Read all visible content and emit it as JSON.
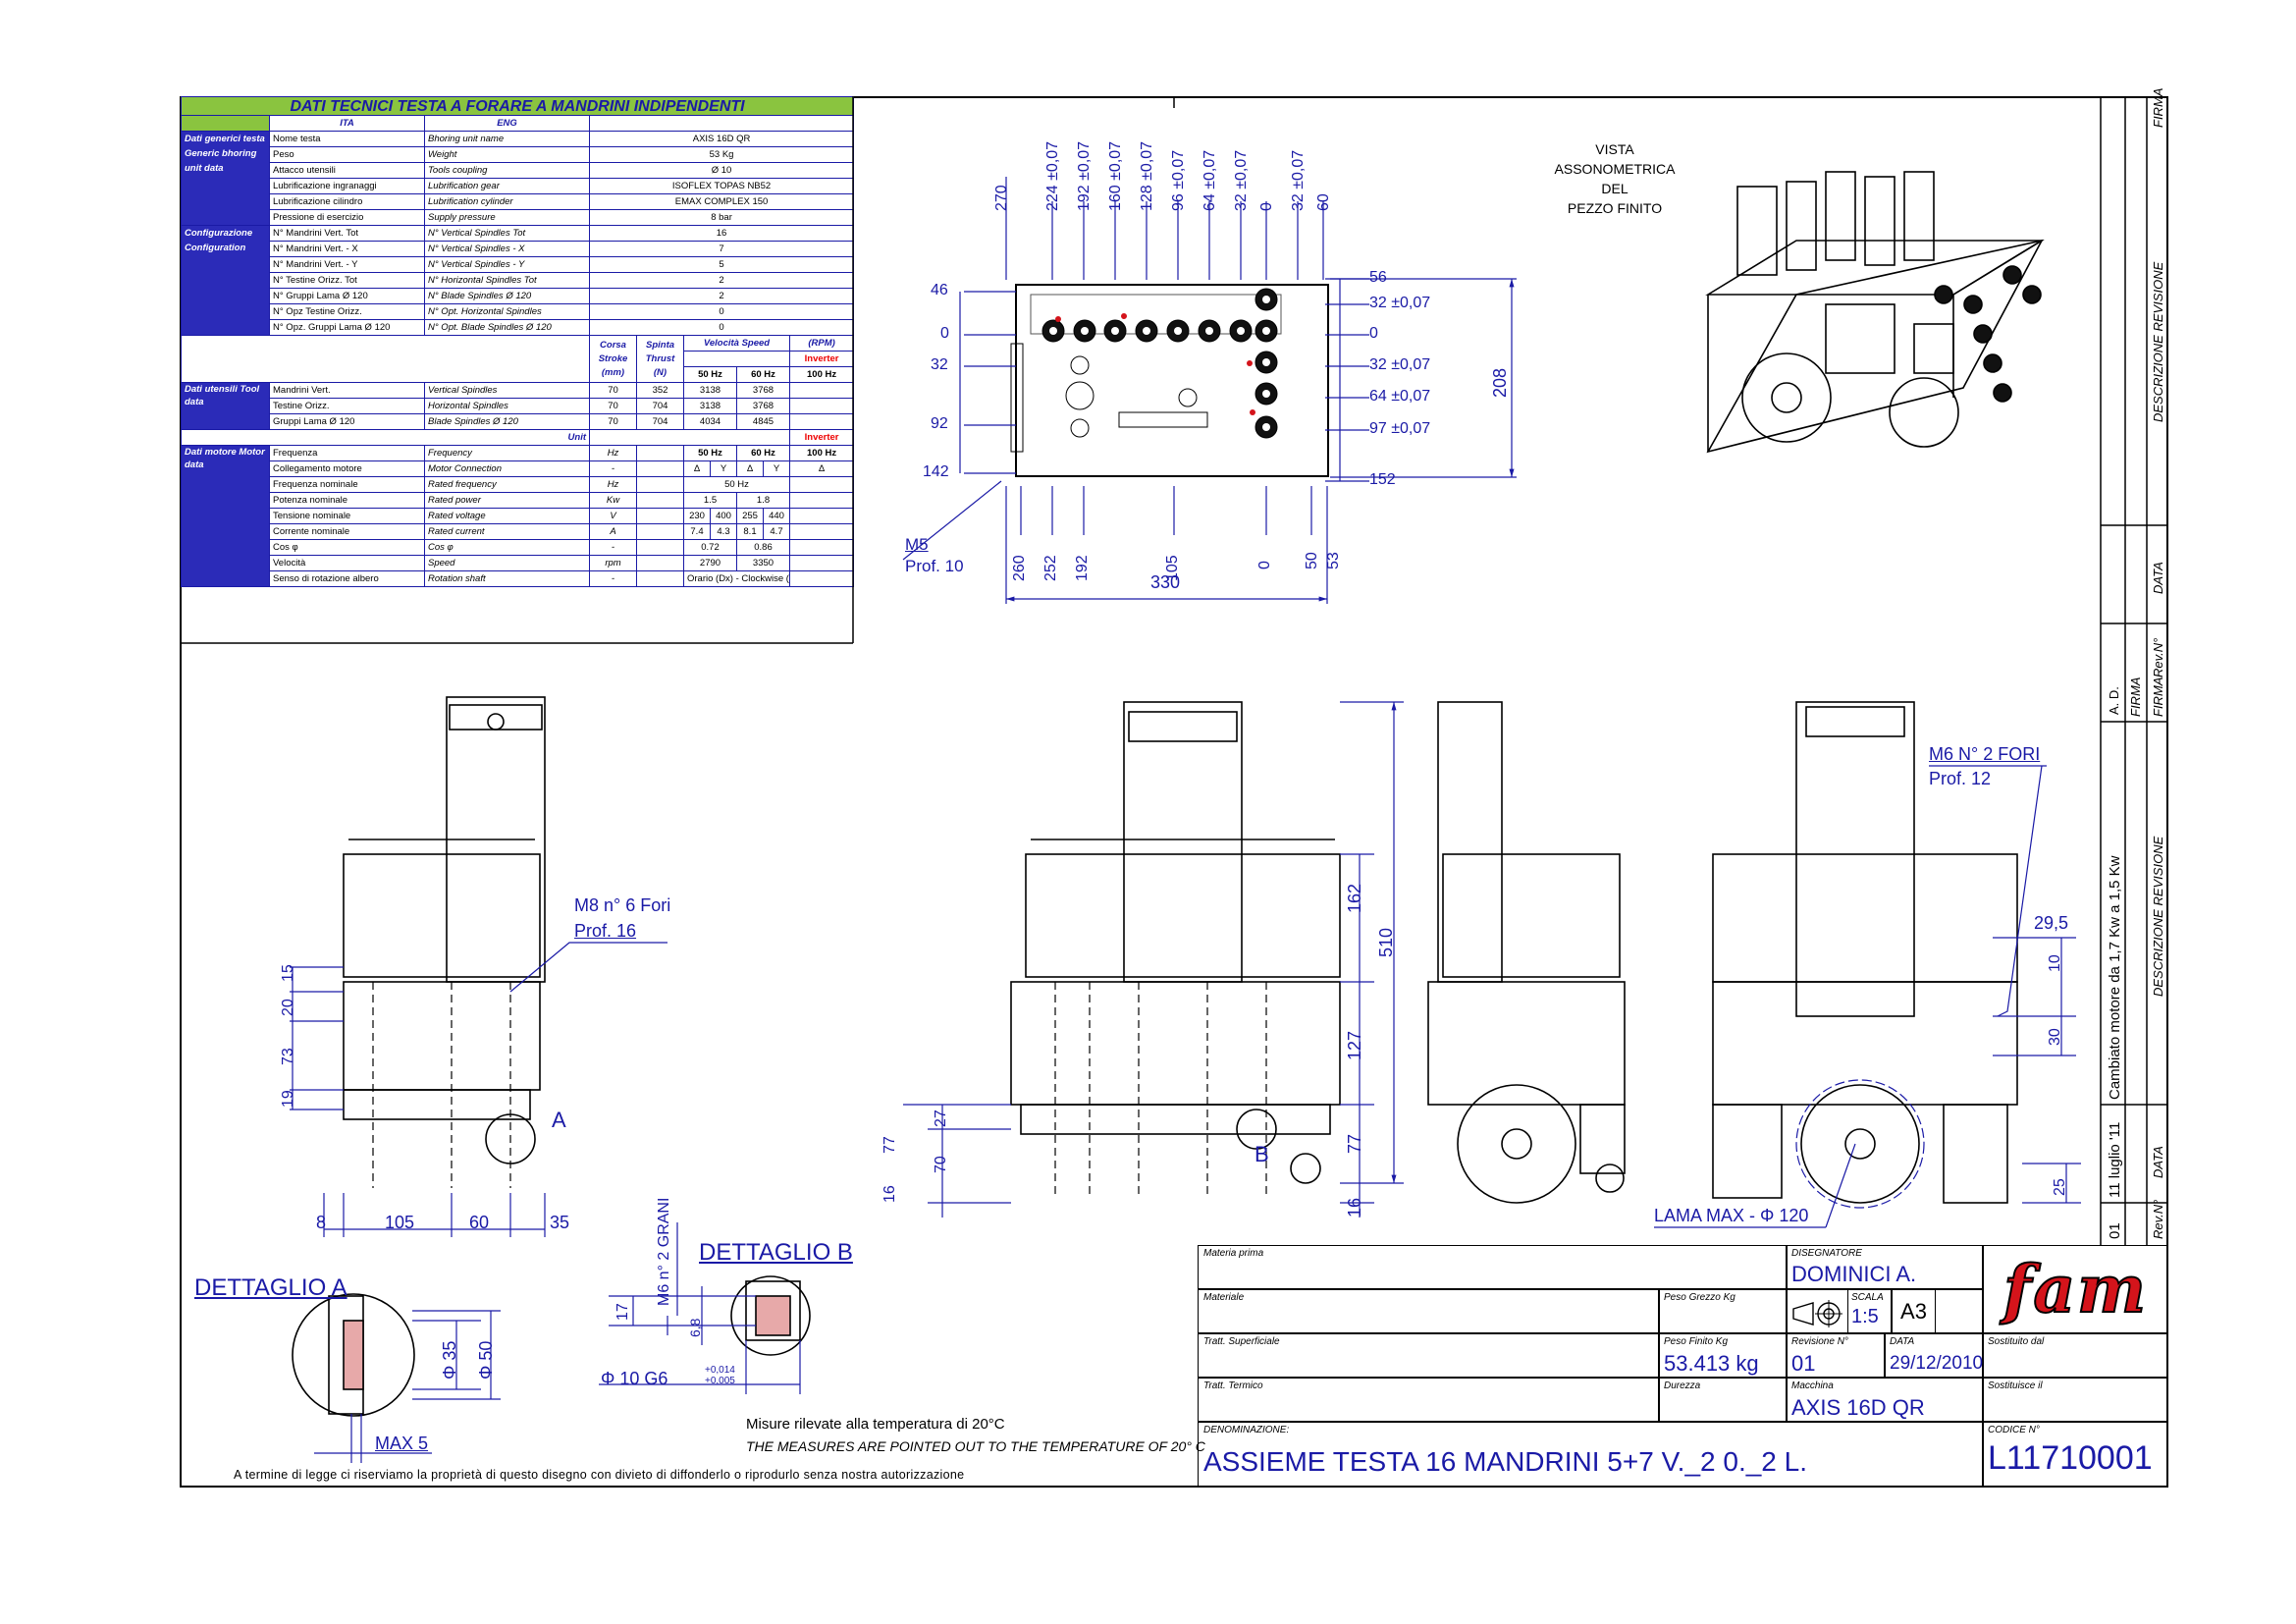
{
  "spec_table": {
    "title": "DATI TECNICI TESTA A FORARE A MANDRINI INDIPENDENTI",
    "col_ita": "ITA",
    "col_eng": "ENG",
    "groups": {
      "generic": "Dati generici testa Generic bhoring unit data",
      "config": "Configurazione Configuration",
      "tool": "Dati utensili Tool data",
      "motor": "Dati motore Motor data"
    },
    "generic_rows": [
      {
        "ita": "Nome testa",
        "eng": "Bhoring unit name",
        "val": "AXIS 16D QR"
      },
      {
        "ita": "Peso",
        "eng": "Weight",
        "val": "53 Kg"
      },
      {
        "ita": "Attacco utensili",
        "eng": "Tools coupling",
        "val": "Ø 10"
      },
      {
        "ita": "Lubrificazione ingranaggi",
        "eng": "Lubrification gear",
        "val": "ISOFLEX TOPAS NB52"
      },
      {
        "ita": "Lubrificazione cilindro",
        "eng": "Lubrification cylinder",
        "val": "EMAX COMPLEX 150"
      },
      {
        "ita": "Pressione di esercizio",
        "eng": "Supply pressure",
        "val": "8 bar"
      }
    ],
    "config_rows": [
      {
        "ita": "N° Mandrini Vert. Tot",
        "eng": "N° Vertical Spindles Tot",
        "val": "16"
      },
      {
        "ita": "N° Mandrini Vert. - X",
        "eng": "N° Vertical Spindles - X",
        "val": "7"
      },
      {
        "ita": "N° Mandrini Vert. - Y",
        "eng": "N° Vertical Spindles - Y",
        "val": "5"
      },
      {
        "ita": "N° Testine Orizz. Tot",
        "eng": "N° Horizontal Spindles Tot",
        "val": "2"
      },
      {
        "ita": "N° Gruppi Lama Ø 120",
        "eng": "N° Blade Spindles Ø 120",
        "val": "2"
      },
      {
        "ita": "N° Opz Testine Orizz.",
        "eng": "N° Opt. Horizontal Spindles",
        "val": "0"
      },
      {
        "ita": "N° Opz. Gruppi Lama Ø 120",
        "eng": "N° Opt. Blade Spindles Ø 120",
        "val": "0"
      }
    ],
    "tool_header": {
      "stroke": "Corsa Stroke (mm)",
      "thrust": "Spinta Thrust (N)",
      "speed": "Velocità Speed",
      "rpm": "(RPM)",
      "hz50": "50 Hz",
      "hz60": "60 Hz",
      "inverter": "Inverter",
      "hz100": "100 Hz"
    },
    "tool_rows": [
      {
        "ita": "Mandrini Vert.",
        "eng": "Vertical Spindles",
        "stroke": "70",
        "thrust": "352",
        "s50": "3138",
        "s60": "3768"
      },
      {
        "ita": "Testine Orizz.",
        "eng": "Horizontal Spindles",
        "stroke": "70",
        "thrust": "704",
        "s50": "3138",
        "s60": "3768"
      },
      {
        "ita": "Gruppi Lama Ø 120",
        "eng": "Blade Spindles Ø 120",
        "stroke": "70",
        "thrust": "704",
        "s50": "4034",
        "s60": "4845"
      }
    ],
    "motor_header": {
      "unit": "Unit",
      "inverter": "Inverter",
      "hz100": "100 Hz",
      "hz50": "50 Hz",
      "hz60": "60 Hz"
    },
    "motor_rows": [
      {
        "ita": "Frequenza",
        "eng": "Frequency",
        "unit": "Hz",
        "v": [
          "50 Hz",
          "60 Hz"
        ]
      },
      {
        "ita": "Collegamento motore",
        "eng": "Motor Connection",
        "unit": "-",
        "v": [
          "Δ",
          "Y",
          "Δ",
          "Y",
          "Δ"
        ]
      },
      {
        "ita": "Frequenza nominale",
        "eng": "Rated frequency",
        "unit": "Hz",
        "v": [
          "50 Hz"
        ]
      },
      {
        "ita": "Potenza nominale",
        "eng": "Rated power",
        "unit": "Kw",
        "v": [
          "1.5",
          "1.8"
        ]
      },
      {
        "ita": "Tensione nominale",
        "eng": "Rated voltage",
        "unit": "V",
        "v": [
          "230",
          "400",
          "255",
          "440"
        ]
      },
      {
        "ita": "Corrente nominale",
        "eng": "Rated current",
        "unit": "A",
        "v": [
          "7.4",
          "4.3",
          "8.1",
          "4.7"
        ]
      },
      {
        "ita": "Cos φ",
        "eng": "Cos φ",
        "unit": "-",
        "v": [
          "0.72",
          "0.86"
        ]
      },
      {
        "ita": "Velocità",
        "eng": "Speed",
        "unit": "rpm",
        "v": [
          "2790",
          "3350"
        ]
      },
      {
        "ita": "Senso di rotazione albero",
        "eng": "Rotation shaft",
        "unit": "-",
        "v": [
          "Orario (Dx) - Clockwise (Rh)"
        ]
      }
    ]
  },
  "iso_view": {
    "l1": "VISTA ASSONOMETRICA",
    "l2": "DEL",
    "l3": "PEZZO FINITO"
  },
  "top_view": {
    "vdims": [
      "270",
      "224 ±0,07",
      "192 ±0,07",
      "160 ±0,07",
      "128 ±0,07",
      "96 ±0,07",
      "64 ±0,07",
      "32 ±0,07",
      "0",
      "32 ±0,07",
      "60"
    ],
    "left": [
      "46",
      "0",
      "32",
      "92",
      "142"
    ],
    "right": [
      "56",
      "32 ±0,07",
      "0",
      "32 ±0,07",
      "64 ±0,07",
      "97 ±0,07",
      "152"
    ],
    "overall": "208",
    "bottom": [
      "260",
      "252",
      "192",
      "105",
      "0",
      "50",
      "53"
    ],
    "width": "330",
    "hole_l1": "M5",
    "hole_l2": "Prof. 10"
  },
  "side_view": {
    "hole_l1": "M8   n° 6 Fori",
    "hole_l2": "Prof. 16",
    "dims_v": [
      "15",
      "20",
      "73",
      "19"
    ],
    "dims_h": [
      "8",
      "105",
      "60",
      "35"
    ],
    "detail_mark": "A"
  },
  "front_view": {
    "dims_v": [
      "27",
      "77",
      "70",
      "16"
    ],
    "dims_r": [
      "162",
      "510",
      "127",
      "77",
      "16"
    ],
    "detail_mark": "B"
  },
  "right_view": {
    "hole_l1": "M6   N° 2 FORI",
    "hole_l2": "Prof. 12",
    "dims": [
      "29,5",
      "10",
      "30",
      "25"
    ],
    "blade": "LAMA MAX -  Φ  120"
  },
  "detail_a": {
    "title": "DETTAGLIO A",
    "d1": "Φ 35",
    "d2": "Φ 50",
    "max": "MAX  5"
  },
  "detail_b": {
    "title": "DETTAGLIO B",
    "grani": "M6   n° 2 GRANI",
    "d1": "17",
    "d2": "6,8",
    "bore": "Φ  10  G6",
    "tol_up": "+0,014",
    "tol_dn": "+0,005"
  },
  "notes": {
    "temp_it": "Misure rilevate alla temperatura di  20°C",
    "temp_en": "THE MEASURES ARE POINTED OUT TO THE TEMPERATURE OF 20° C",
    "legal": "A termine di legge ci riserviamo la proprietà di questo disegno con divieto di diffonderlo o riprodurlo senza nostra autorizzazione"
  },
  "revision": {
    "firma": "FIRMA",
    "desc": "DESCRIZIONE REVISIONE",
    "data": "DATA",
    "rev": "Rev.N°",
    "ad": "A. D.",
    "rev_date": "11 luglio '11",
    "rev_desc": "Cambiato motore da 1,7 Kw a 1,5 Kw",
    "rev_no": "01"
  },
  "title_block": {
    "materia_prima": "Materia prima",
    "materiale": "Materiale",
    "tratt_sup": "Tratt. Superficiale",
    "tratt_term": "Tratt. Termico",
    "denominazione_lbl": "DENOMINAZIONE:",
    "denominazione": "ASSIEME TESTA 16 MANDRINI 5+7 V._2 0._2 L.",
    "disegnatore_lbl": "DISEGNATORE",
    "disegnatore": "DOMINICI A.",
    "scala_lbl": "SCALA",
    "scala": "1:5",
    "format": "A3",
    "peso_grezzo": "Peso Grezzo Kg",
    "peso_finito_lbl": "Peso Finito Kg",
    "peso_finito": "53.413 kg",
    "revisione_lbl": "Revisione  N°",
    "revisione": "01",
    "data_lbl": "DATA",
    "data": "29/12/2010",
    "durezza": "Durezza",
    "macchina_lbl": "Macchina",
    "macchina": "AXIS 16D QR",
    "sostituisce_il": "Sostituisce il",
    "sostituito_dal": "Sostituito dal",
    "codice_lbl": "CODICE N°",
    "codice": "L11710001",
    "logo": "fam"
  },
  "colors": {
    "accent_blue": "#1a1aa6",
    "header_green": "#8ac43f",
    "logo_red": "#d4141b"
  }
}
